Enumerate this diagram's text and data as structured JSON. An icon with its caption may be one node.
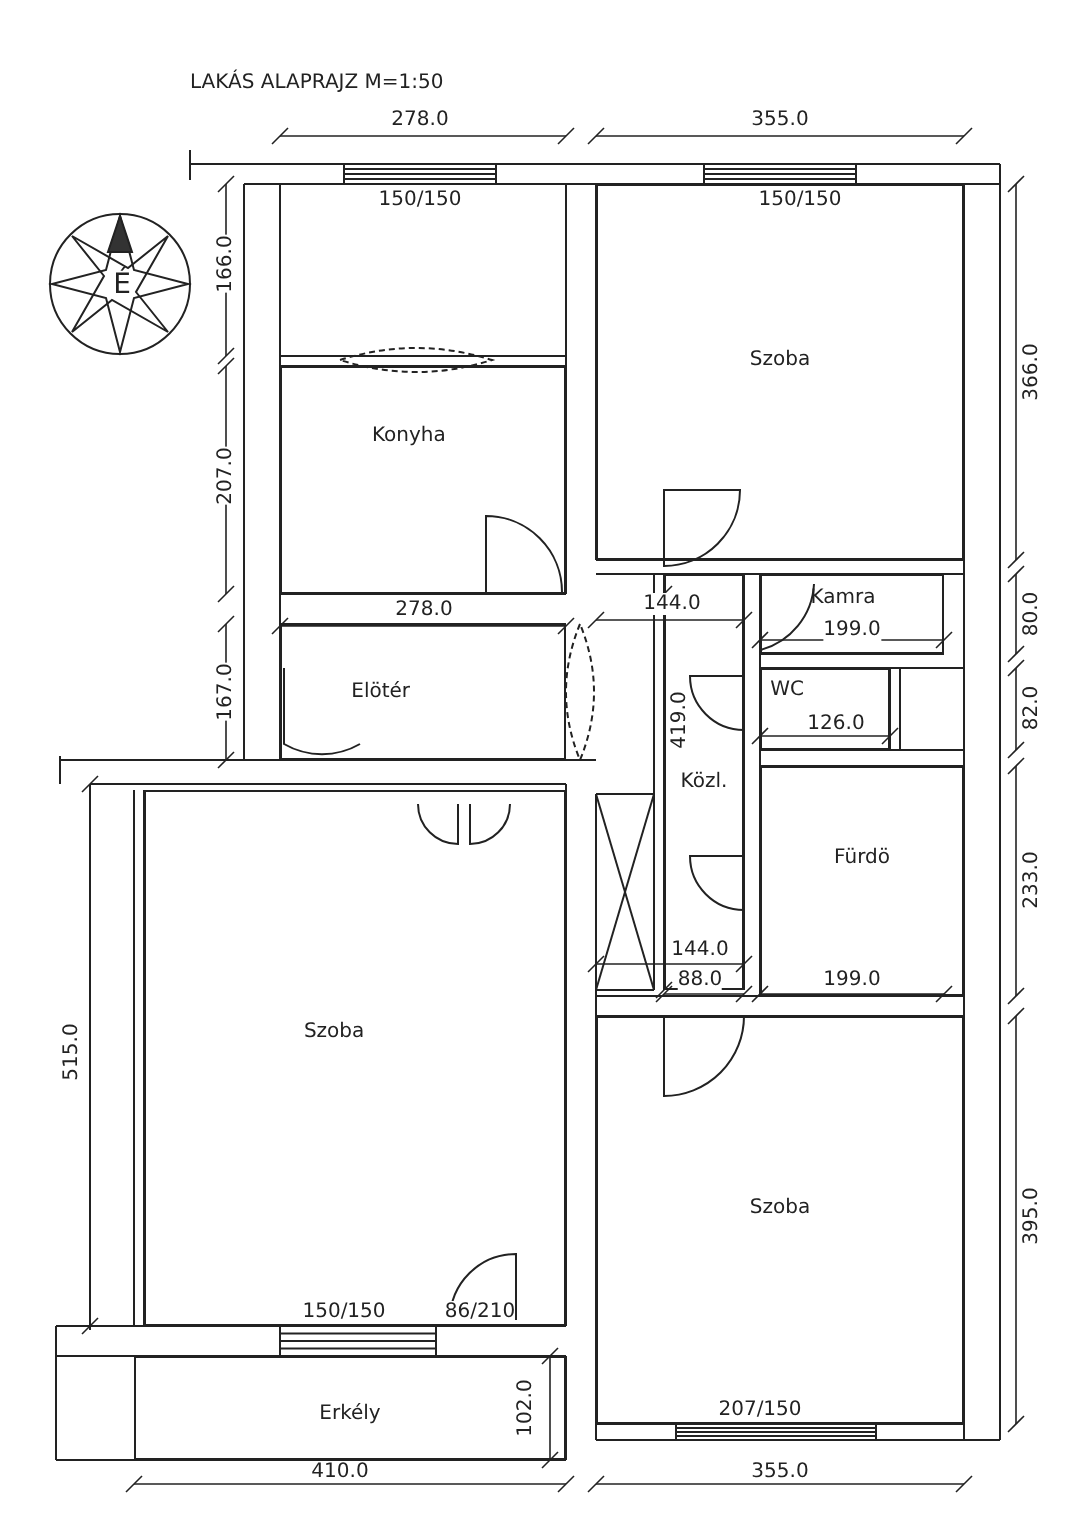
{
  "diagram": {
    "title": "LAKÁS ALAPRAJZ M=1:50",
    "nodes": [
      {
        "text": [
          "Konyha"
        ]
      },
      {
        "text": [
          "Szoba"
        ]
      },
      {
        "text": [
          "Elötér"
        ]
      },
      {
        "text": [
          "Kamra"
        ]
      },
      {
        "text": [
          "WC"
        ]
      },
      {
        "text": [
          "Közl."
        ]
      },
      {
        "text": [
          "Fürdö"
        ]
      },
      {
        "text": [
          "Szoba"
        ]
      },
      {
        "text": [
          "Szoba"
        ]
      },
      {
        "text": [
          "Erkély"
        ]
      }
    ],
    "labels": [
      "278.0",
      "355.0",
      "150/150",
      "150/150",
      "166.0",
      "366.0",
      "207.0",
      "278.0",
      "144.0",
      "80.0",
      "199.0",
      "167.0",
      "82.0",
      "126.0",
      "419.0",
      "233.0",
      "144.0",
      "88.0",
      "199.0",
      "515.0",
      "395.0",
      "150/150",
      "86/210",
      "207/150",
      "102.0",
      "410.0",
      "355.0",
      "É"
    ]
  }
}
